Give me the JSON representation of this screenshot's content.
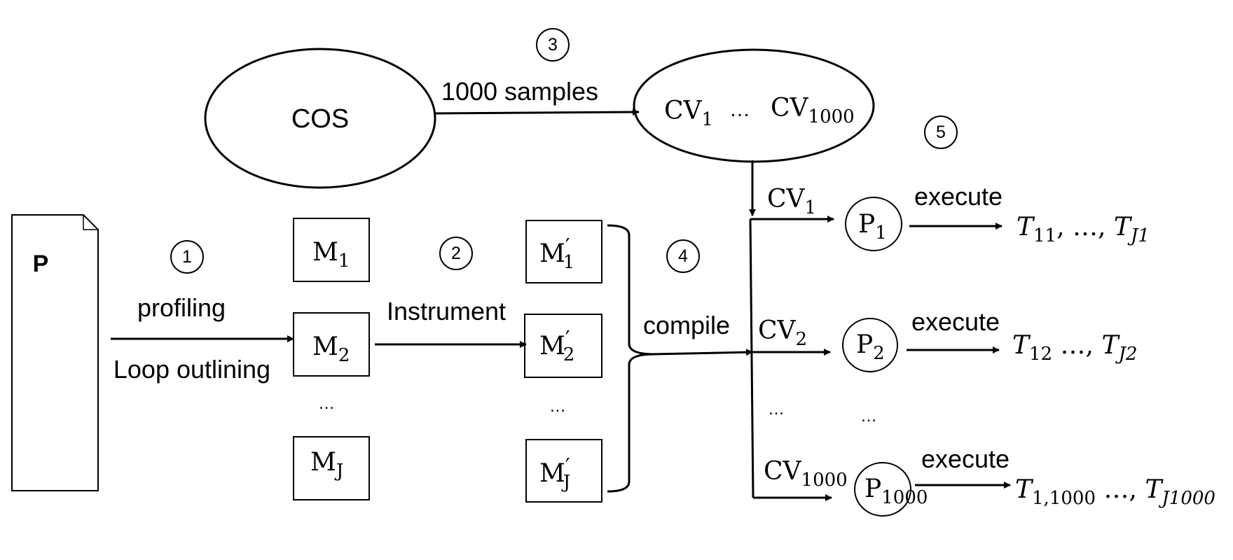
{
  "cos": {
    "label": "COS"
  },
  "samples_label": "1000 samples",
  "config_pool": {
    "first": "CV",
    "first_sub": "1",
    "ellipsis": "…",
    "last": "CV",
    "last_sub": "1000"
  },
  "program": {
    "label": "P"
  },
  "steps": [
    "1",
    "2",
    "3",
    "4",
    "5"
  ],
  "profiling_label": "profiling",
  "loop_outlining_label": "Loop outlining",
  "instrument_label": "Instrument",
  "compile_label": "compile",
  "modules": [
    {
      "base": "M",
      "sub": "1"
    },
    {
      "base": "M",
      "sub": "2"
    },
    {
      "base": "M",
      "sub": "J"
    }
  ],
  "instrumented_modules": [
    {
      "base": "M",
      "prime": "′",
      "sub": "1"
    },
    {
      "base": "M",
      "prime": "′",
      "sub": "2"
    },
    {
      "base": "M",
      "prime": "′",
      "sub": "J"
    }
  ],
  "dots": "…",
  "rows": [
    {
      "cv": "CV",
      "cv_sub": "1",
      "p": "P",
      "p_sub": "1",
      "execute": "execute",
      "t1": "T",
      "t1_sub": "11",
      "sep": ", …, ",
      "t2": "T",
      "t2_sub": "J1"
    },
    {
      "cv": "CV",
      "cv_sub": "2",
      "p": "P",
      "p_sub": "2",
      "execute": "execute",
      "t1": "T",
      "t1_sub": "12",
      "sep": " …, ",
      "t2": "T",
      "t2_sub": "J2"
    },
    {
      "cv": "CV",
      "cv_sub": "1000",
      "p": "P",
      "p_sub": "1000",
      "execute": "execute",
      "t1": "T",
      "t1_sub": "1,1000",
      "sep": " …, ",
      "t2": "T",
      "t2_sub": "J1000"
    }
  ]
}
